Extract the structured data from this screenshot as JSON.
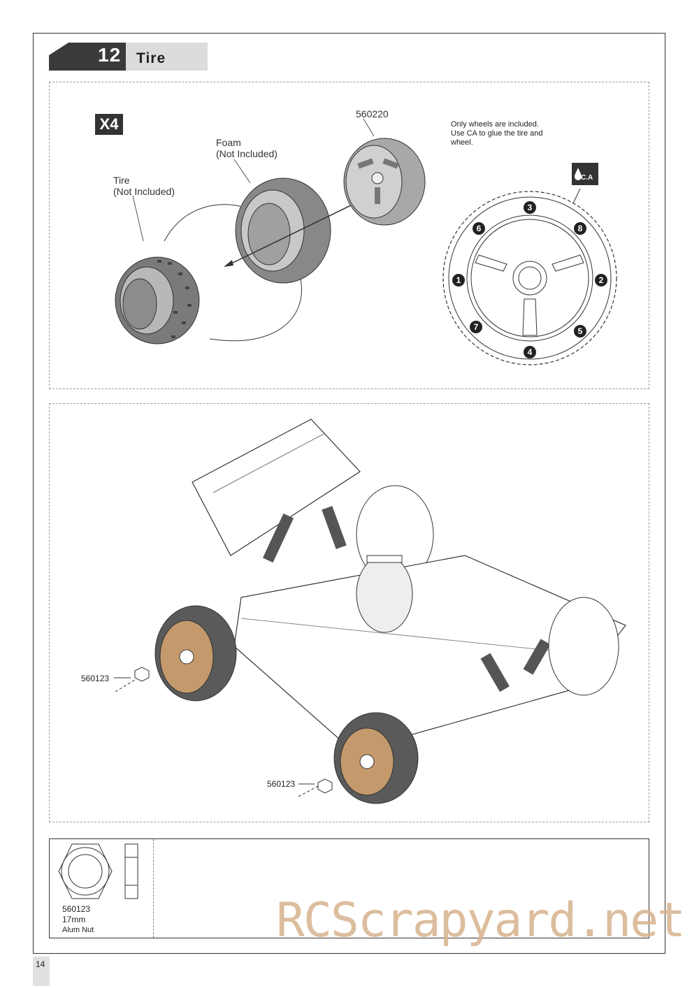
{
  "step": {
    "number": "12",
    "title": "Tire"
  },
  "tire_panel": {
    "quantity": "X4",
    "wheel_part": "560220",
    "foam_label": "Foam",
    "foam_note": "(Not Included)",
    "tire_label": "Tire",
    "tire_note": "(Not Included)",
    "note_lines": [
      "Only wheels are included.",
      "Use CA to glue the tire and",
      "wheel."
    ],
    "glue_badge": "C.A",
    "glue_order": [
      "1",
      "2",
      "3",
      "4",
      "5",
      "6",
      "7",
      "8"
    ]
  },
  "assembly_panel": {
    "nut_label_1": "560123",
    "nut_label_2": "560123"
  },
  "parts_panel": {
    "part_number": "560123",
    "size": "17mm",
    "name": "Alum Nut"
  },
  "page_number": "14",
  "watermark": "RCScrapyard.net"
}
